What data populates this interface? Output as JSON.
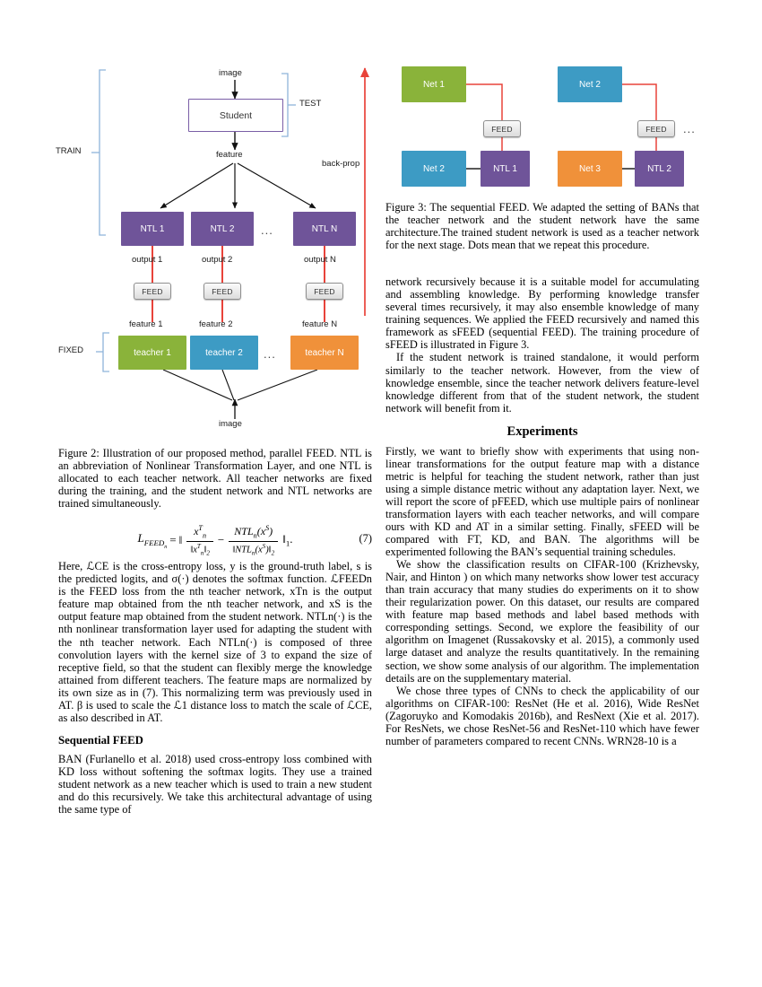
{
  "figure2": {
    "nodes": {
      "image_top": "image",
      "student": "Student",
      "feature": "feature",
      "test_bracket": "TEST",
      "train_bracket": "TRAIN",
      "fixed_bracket": "FIXED",
      "backprop": "back-prop",
      "ntl1": "NTL 1",
      "ntl2": "NTL 2",
      "ntlN": "NTL N",
      "dots_ntl": "...",
      "output1": "output 1",
      "output2": "output 2",
      "outputN": "output N",
      "feed1": "FEED",
      "feed2": "FEED",
      "feedN": "FEED",
      "feature1": "feature 1",
      "feature2": "feature 2",
      "featureN": "feature N",
      "teacher1": "teacher 1",
      "teacher2": "teacher 2",
      "teacherN": "teacher N",
      "dots_teacher": "...",
      "image_bottom": "image"
    },
    "colors": {
      "purple": "#6f5499",
      "green": "#8ab33a",
      "blue": "#3d9bc4",
      "orange": "#f0913a",
      "red_arrow": "#e8433a",
      "bracket_blue": "#8eb4da",
      "student_border": "#7a5ea6"
    },
    "caption": "Figure 2: Illustration of our proposed method, parallel FEED. NTL is an abbreviation of Nonlinear Transformation Layer, and one NTL is allocated to each teacher network. All teacher networks are fixed during the training, and the student network and NTL networks are trained simultaneously."
  },
  "figure3": {
    "nodes": {
      "net1_a": "Net 1",
      "net2_a": "Net 2",
      "feed_a": "FEED",
      "net2_b": "Net 2",
      "ntl1": "NTL 1",
      "net3": "Net 3",
      "feed_b": "FEED",
      "ntl2": "NTL 2",
      "dots": "..."
    },
    "colors": {
      "green": "#8ab33a",
      "blue": "#3d9bc4",
      "orange": "#f0913a",
      "purple": "#6f5499",
      "red_line": "#e8433a"
    },
    "caption": "Figure 3: The sequential FEED. We adapted the setting of BANs that the teacher network and the student network have the same architecture.The trained student network is used as a teacher network for the next stage. Dots mean that we repeat this procedure."
  },
  "equation": {
    "number": "(7)",
    "lhs_main": "L",
    "lhs_sub": "FEED",
    "lhs_sub2": "n",
    "equals": "=",
    "norm_open": "‖",
    "num1_base": "x",
    "num1_sup": "T",
    "num1_sub": "n",
    "den1": "‖x",
    "den1_sup": "T",
    "den1_sub": "n",
    "den1_close": "‖",
    "den1_sub2": "2",
    "minus": "−",
    "num2": "NTL",
    "num2_sub": "n",
    "num2_arg_open": "(x",
    "num2_arg_sup": "S",
    "num2_arg_close": ")",
    "den2": "‖NTL",
    "den2_sub": "n",
    "den2_arg": "(x",
    "den2_arg_sup": "S",
    "den2_arg_close": ")",
    "den2_close": "‖",
    "den2_sub2": "2",
    "norm_close": "‖",
    "norm_close_sub": "1",
    "period": "."
  },
  "left_column": {
    "para_after_eq": "Here, ℒCE is the cross-entropy loss, y is the ground-truth label, s is the predicted logits, and σ(·) denotes the softmax function. ℒFEEDn is the FEED loss from the nth teacher network, xTn is the output feature map obtained from the nth teacher network, and xS is the output feature map obtained from the student network. NTLn(·) is the nth nonlinear transformation layer used for adapting the student with the nth teacher network. Each NTLn(·) is composed of three convolution layers with the kernel size of 3 to expand the size of receptive field, so that the student can flexibly merge the knowledge attained from different teachers. The feature maps are normalized by its own size as in (7). This normalizing term was previously used in AT. β is used to scale the ℒ1 distance loss to match the scale of ℒCE, as also described in AT.",
    "subsection_title": "Sequential FEED",
    "para_sequential": "BAN (Furlanello et al. 2018) used cross-entropy loss combined with KD loss without softening the softmax logits. They use a trained student network as a new teacher which is used to train a new student and do this recursively. We take this architectural advantage of using the same type of"
  },
  "right_column": {
    "para_continue": "network recursively because it is a suitable model for accumulating and assembling knowledge. By performing knowledge transfer several times recursively, it may also ensemble knowledge of many training sequences. We applied the FEED recursively and named this framework as sFEED (sequential FEED). The training procedure of sFEED is illustrated in Figure 3.",
    "para_standalone": "If the student network is trained standalone, it would perform similarly to the teacher network. However, from the view of knowledge ensemble, since the teacher network delivers feature-level knowledge different from that of the student network, the student network will benefit from it.",
    "section_title": "Experiments",
    "para_exp1": "Firstly, we want to briefly show with experiments that using non-linear transformations for the output feature map with a distance metric is helpful for teaching the student network, rather than just using a simple distance metric without any adaptation layer. Next, we will report the score of pFEED, which use multiple pairs of nonlinear transformation layers with each teacher networks, and will compare ours with KD and AT in a similar setting. Finally, sFEED will be compared with FT, KD, and BAN. The algorithms will be experimented following the BAN’s sequential training schedules.",
    "para_exp2": "We show the classification results on CIFAR-100 (Krizhevsky, Nair, and Hinton ) on which many networks show lower test accuracy than train accuracy that many studies do experiments on it to show their regularization power. On this dataset, our results are compared with feature map based methods and label based methods with corresponding settings. Second, we explore the feasibility of our algorithm on Imagenet (Russakovsky et al. 2015), a commonly used large dataset and analyze the results quantitatively. In the remaining section, we show some analysis of our algorithm. The implementation details are on the supplementary material.",
    "para_exp3": "We chose three types of CNNs to check the applicability of our algorithms on CIFAR-100: ResNet (He et al. 2016), Wide ResNet (Zagoruyko and Komodakis 2016b), and ResNext (Xie et al. 2017). For ResNets, we chose ResNet-56 and ResNet-110 which have fewer number of parameters compared to recent CNNs. WRN28-10 is a"
  }
}
